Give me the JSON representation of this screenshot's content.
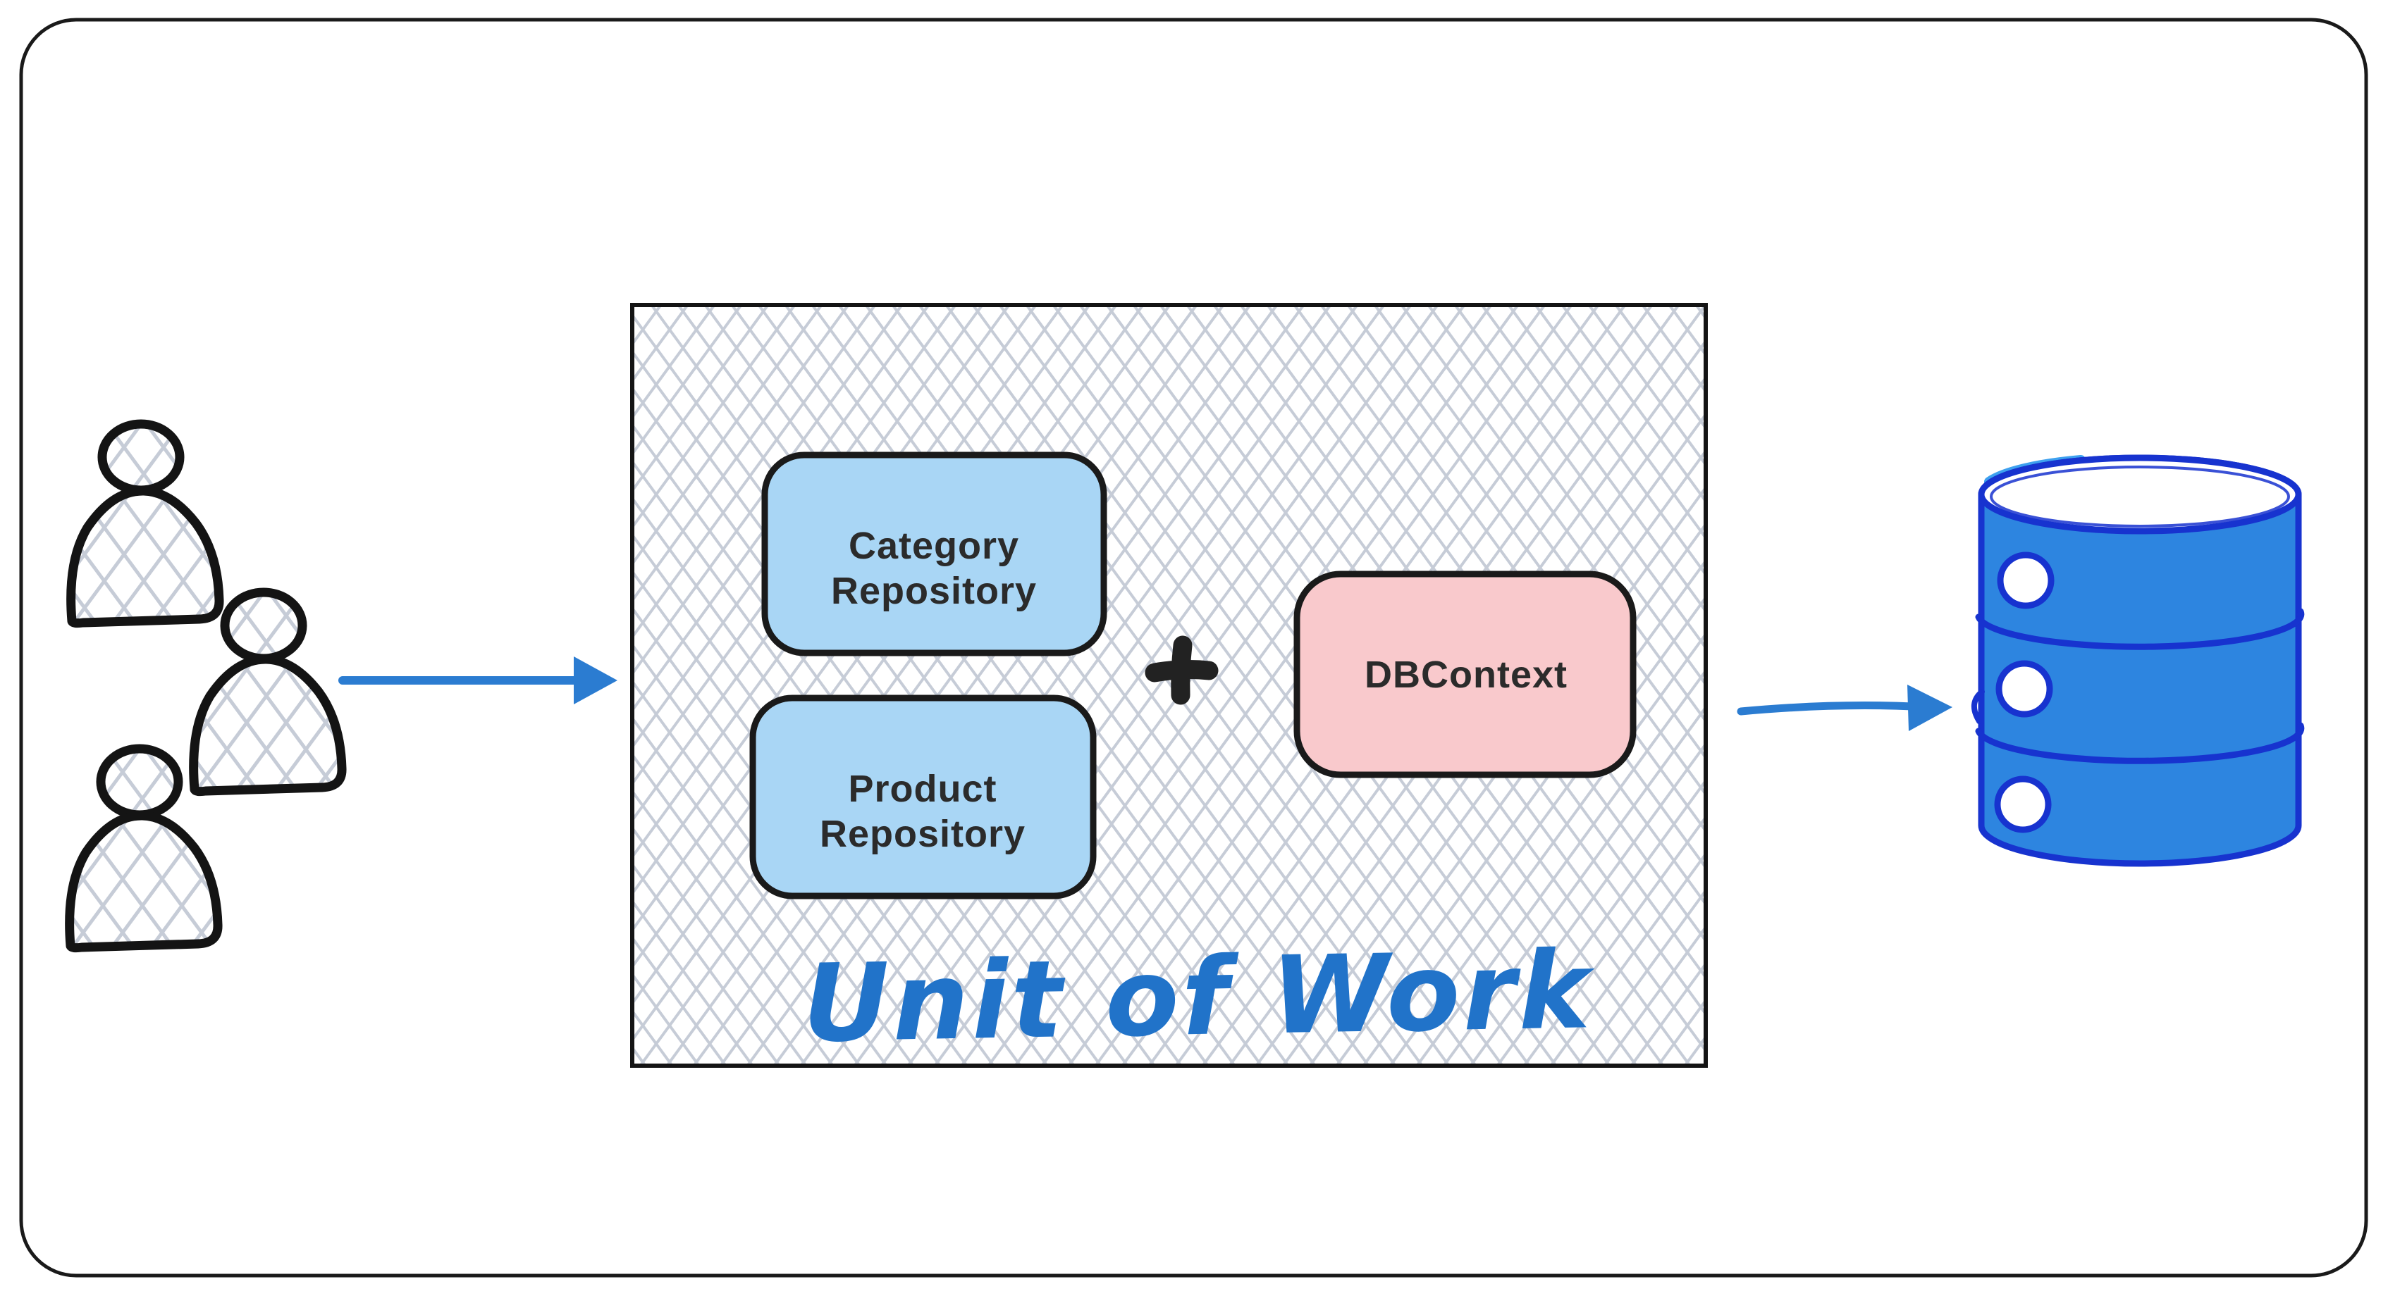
{
  "diagram": {
    "kind": "architecture-sketch",
    "background": "#ffffff"
  },
  "users": {
    "icon": "user-icon",
    "count": 3
  },
  "arrows": {
    "in": "arrow-right-icon",
    "out": "arrow-right-icon"
  },
  "unit_of_work": {
    "label": "Unit of Work",
    "operator": "+",
    "repositories": [
      {
        "id": "category-repository",
        "lines": [
          "Category",
          "Repository"
        ],
        "fill": "#a9d6f5"
      },
      {
        "id": "product-repository",
        "lines": [
          "Product",
          "Repository"
        ],
        "fill": "#a9d6f5"
      }
    ],
    "context": {
      "id": "dbcontext",
      "label": "DBContext",
      "fill": "#f9c9cc"
    }
  },
  "database": {
    "icon": "database-icon",
    "fill": "#2d85e0",
    "stroke": "#1733cf"
  },
  "colors": {
    "outline": "#141414",
    "hatch_line": "#c6ccd7",
    "arrow_blue": "#2b7cd1",
    "title_blue": "#2173c9",
    "repo_fill": "#a9d6f5",
    "context_fill": "#f9c9cc",
    "db_fill": "#2d85e0",
    "db_stroke": "#1733cf"
  }
}
